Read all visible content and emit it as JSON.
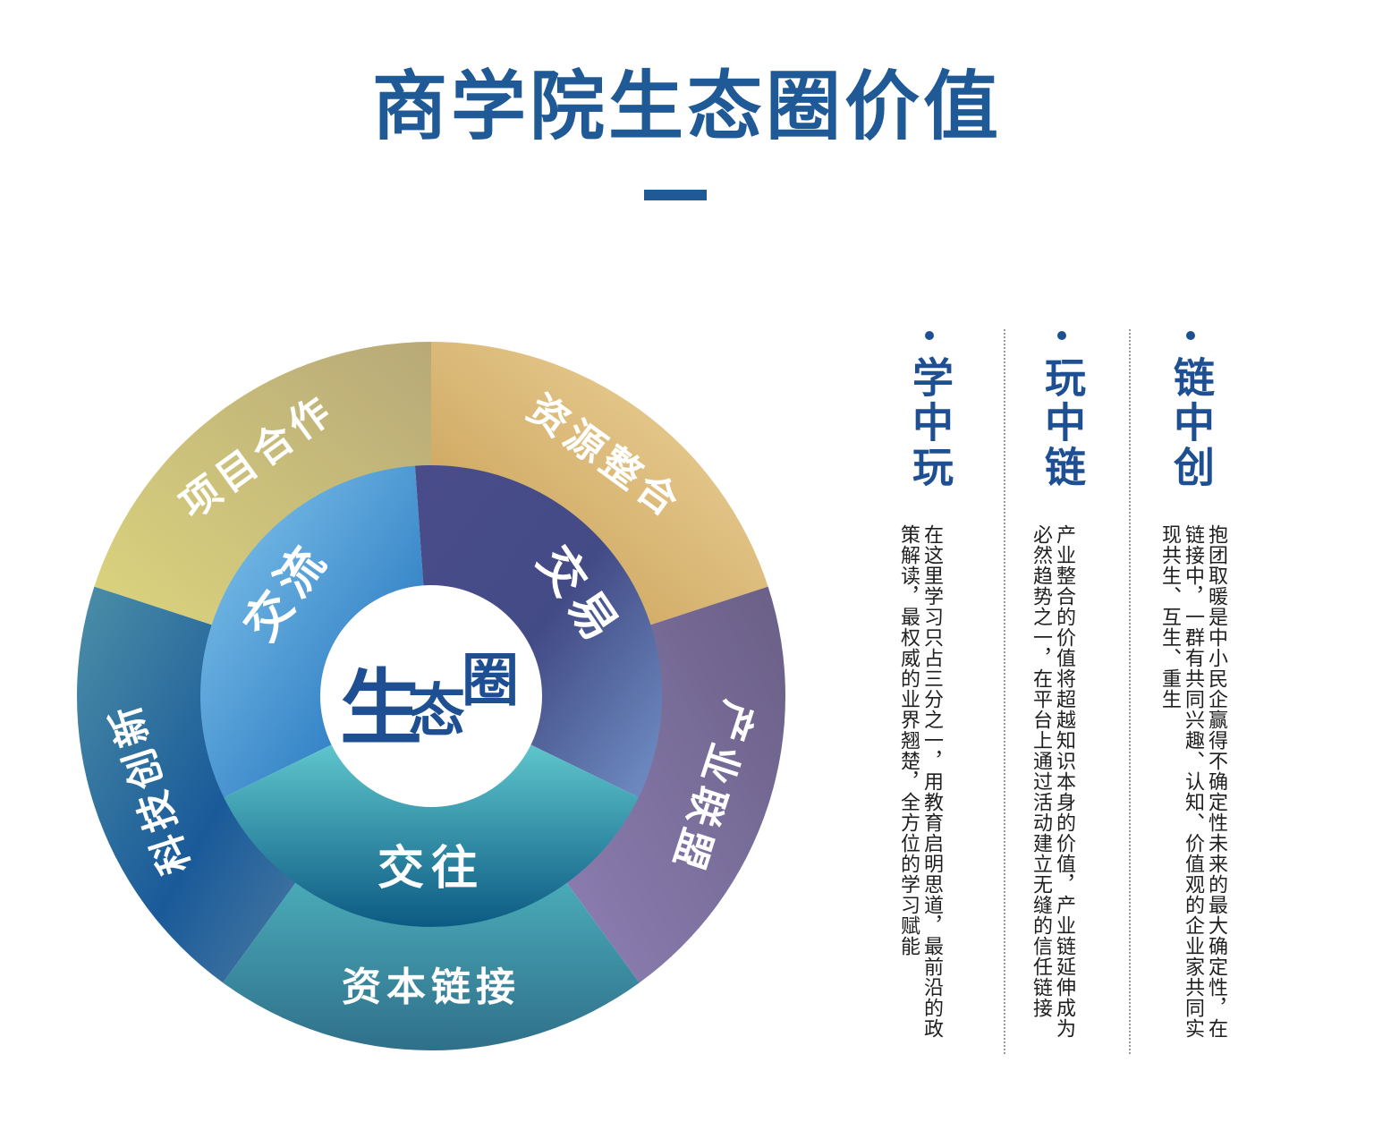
{
  "title": "商学院生态圈价值",
  "center": [
    "生",
    "态",
    "圈"
  ],
  "inner": [
    {
      "label": "交流"
    },
    {
      "label": "交易"
    },
    {
      "label": "交往"
    }
  ],
  "outer": [
    {
      "label": "项目合作"
    },
    {
      "label": "资源整合"
    },
    {
      "label": "产业联盟"
    },
    {
      "label": "资本链接"
    },
    {
      "label": "科技创新"
    }
  ],
  "columns": [
    {
      "heading": "学中玩",
      "body": "在这里学习只占三分之一，用教育启明思道，最前沿的政策解读，最权威的业界翘楚，全方位的学习赋能"
    },
    {
      "heading": "玩中链",
      "body": "产业整合的价值将超越知识本身的价值，产业链延伸成为必然趋势之一，在平台上通过活动建立无缝的信任链接"
    },
    {
      "heading": "链中创",
      "body": "抱团取暖是中小民企赢得不确定性未来的最大确定性，在链接中，一群有共同兴趣、认知、价值观的企业家共同实现共生、互生、重生"
    }
  ]
}
